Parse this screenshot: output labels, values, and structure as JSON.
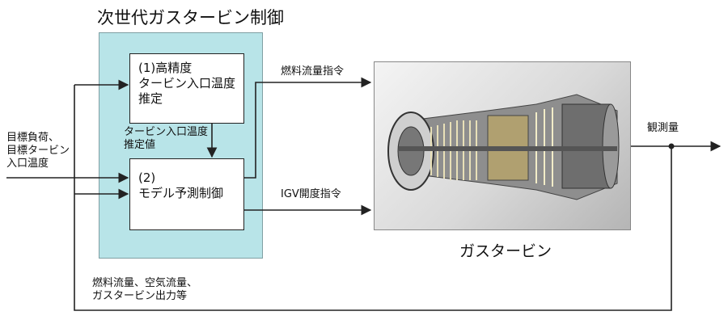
{
  "diagram": {
    "title": "次世代ガスタービン制御",
    "box1": {
      "lines": [
        "(1)高精度",
        "タービン入口温度",
        "推定"
      ]
    },
    "box2": {
      "lines": [
        "(2)",
        "モデル予測制御"
      ]
    },
    "inputs_lines": [
      "目標負荷、",
      "目標タービン",
      "入口温度"
    ],
    "estimate_lines": [
      "タービン入口温度",
      "推定値"
    ],
    "fuel_command": "燃料流量指令",
    "igv_command": "IGV開度指令",
    "observed": "観測量",
    "feedback_lines": [
      "燃料流量、空気流量、",
      "ガスタービン出力等"
    ],
    "gas_turbine": "ガスタービン"
  },
  "colors": {
    "panel": "#b8e4e8",
    "line": "#222222"
  }
}
